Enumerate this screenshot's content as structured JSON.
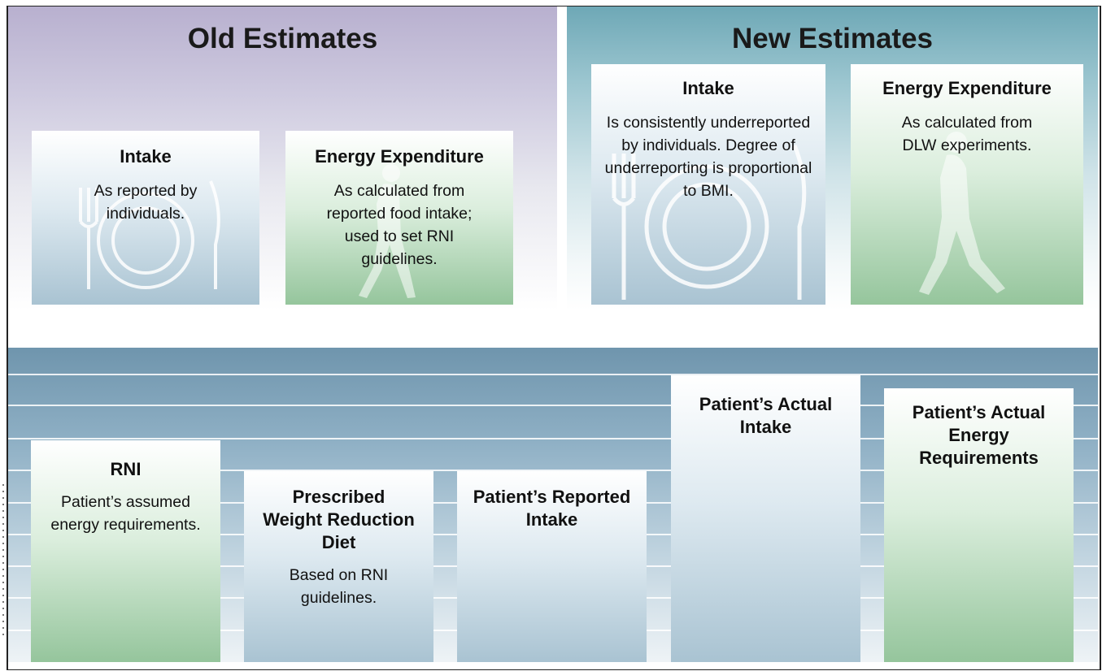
{
  "old_estimates": {
    "title": "Old Estimates",
    "intake": {
      "title": "Intake",
      "text": "As reported by individuals."
    },
    "energy": {
      "title": "Energy Expenditure",
      "text": "As calculated from reported food intake; used to set RNI guidelines."
    }
  },
  "new_estimates": {
    "title": "New Estimates",
    "intake": {
      "title": "Intake",
      "text": "Is consistently underreported by individuals. Degree of underreporting is proportional to BMI."
    },
    "energy": {
      "title": "Energy Expenditure",
      "text": "As calculated from DLW experiments."
    }
  },
  "bars": [
    {
      "title": "RNI",
      "text": "Patient’s assumed energy requirements."
    },
    {
      "title": "Prescribed Weight Reduction Diet",
      "text": "Based on RNI guidelines."
    },
    {
      "title": "Patient’s Reported Intake",
      "text": ""
    },
    {
      "title": "Patient’s Actual Intake",
      "text": ""
    },
    {
      "title": "Patient’s Actual Energy Requirements",
      "text": ""
    }
  ],
  "colors": {
    "old_panel": "#b8b0cf",
    "new_panel": "#6ea8b6",
    "blue_box": "#a9c3d2",
    "green_box": "#95c59c",
    "bottom_bg": "#6f95ad"
  },
  "icons": [
    "plate-cutlery-icon",
    "walking-person-icon"
  ]
}
